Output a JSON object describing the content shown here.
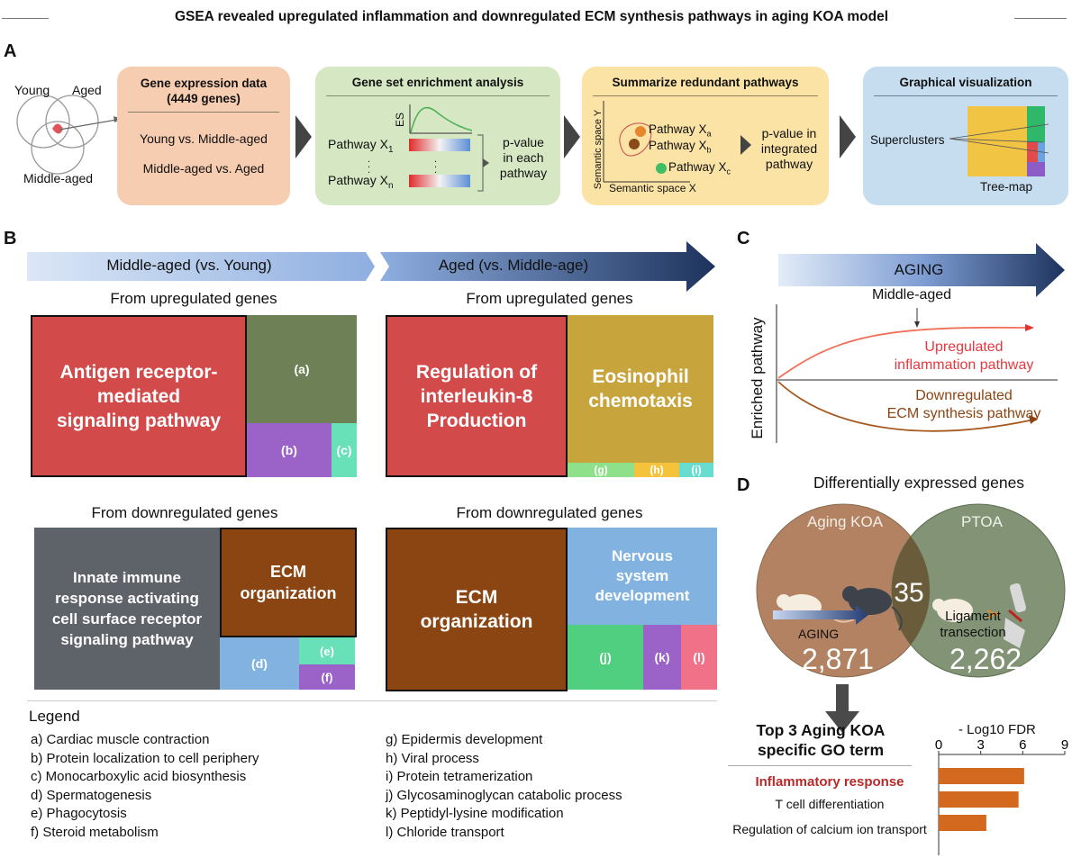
{
  "title": "GSEA revealed upregulated inflammation and downregulated ECM synthesis pathways in aging KOA model",
  "colors": {
    "red": "#d34a4b",
    "olive": "#6e8056",
    "purple": "#9b62c8",
    "teal": "#68e0b8",
    "gold": "#c8a43c",
    "brown": "#8b4513",
    "slate": "#5e6269",
    "lightblue": "#82b3e0",
    "green": "#4fcf7f",
    "pink": "#f07289",
    "navy": "#1f3561"
  },
  "panelA": {
    "letter": "A",
    "venn": {
      "young": "Young",
      "aged": "Aged",
      "middle": "Middle-aged"
    },
    "box1": {
      "title": "Gene expression data\n(4449 genes)",
      "line1": "Young vs. Middle-aged",
      "line2": "Middle-aged vs. Aged"
    },
    "box2": {
      "title": "Gene set enrichment analysis",
      "es": "ES",
      "pathway": "Pathway X",
      "sub1": "1",
      "subn": "n",
      "pvalue": "p-value\nin each\npathway"
    },
    "box3": {
      "title": "Summarize redundant pathways",
      "semy": "Semantic space Y",
      "semx": "Semantic space X",
      "pathway": "Pathway X",
      "suba": "a",
      "subb": "b",
      "subc": "c",
      "pvalue": "p-value in\nintegrated\npathway"
    },
    "box4": {
      "title": "Graphical visualization",
      "superclusters": "Superclusters",
      "treemap": "Tree-map"
    }
  },
  "panelB": {
    "letter": "B",
    "arrow_left": "Middle-aged (vs. Young)",
    "arrow_right": "Aged (vs. Middle-age)",
    "up_label": "From upregulated genes",
    "down_label": "From downregulated genes",
    "tm1": {
      "main": "Antigen receptor-\nmediated\nsignaling pathway",
      "a": "(a)",
      "b": "(b)",
      "c": "(c)"
    },
    "tm2": {
      "main": "Regulation of\ninterleukin-8\nProduction",
      "second": "Eosinophil\nchemotaxis",
      "g": "(g)",
      "h": "(h)",
      "i": "(i)"
    },
    "tm3": {
      "main": "Innate immune\nresponse activating\ncell surface receptor\nsignaling pathway",
      "second": "ECM\norganization",
      "d": "(d)",
      "e": "(e)",
      "f": "(f)"
    },
    "tm4": {
      "main": "ECM\norganization",
      "second": "Nervous\nsystem\ndevelopment",
      "j": "(j)",
      "k": "(k)",
      "l": "(l)"
    },
    "legend_title": "Legend",
    "legend_left": [
      "a) Cardiac muscle contraction",
      "b) Protein localization to cell periphery",
      "c) Monocarboxylic acid biosynthesis",
      "d) Spermatogenesis",
      "e) Phagocytosis",
      "f) Steroid metabolism"
    ],
    "legend_right": [
      "g) Epidermis development",
      "h) Viral process",
      "i) Protein tetramerization",
      "j) Glycosaminoglycan catabolic process",
      "k) Peptidyl-lysine modification",
      "l) Chloride transport"
    ]
  },
  "panelC": {
    "letter": "C",
    "arrow": "AGING",
    "middle": "Middle-aged",
    "ylabel": "Enriched pathway",
    "up": "Upregulated\ninflammation pathway",
    "down": "Downregulated\nECM synthesis pathway"
  },
  "panelD": {
    "letter": "D",
    "title": "Differentially expressed genes",
    "left_name": "Aging KOA",
    "right_name": "PTOA",
    "aging": "AGING",
    "left_count": "2,871",
    "overlap": "35",
    "right_count": "2,262",
    "ligament": "Ligament\ntransection",
    "go_title": "Top 3 Aging KOA\nspecific GO term",
    "xlabel": "- Log10 FDR"
  },
  "chart_data": {
    "type": "bar",
    "orientation": "horizontal",
    "categories": [
      "Inflammatory response",
      "T cell differentiation",
      "Regulation of calcium ion transport"
    ],
    "values": [
      6.1,
      5.7,
      3.4
    ],
    "xlim": [
      0,
      9
    ],
    "xticks": [
      "0",
      "3",
      "6",
      "9"
    ],
    "xlabel": "- Log10 FDR",
    "bar_color": "#d2691e",
    "highlight_color": "#c0392b"
  }
}
